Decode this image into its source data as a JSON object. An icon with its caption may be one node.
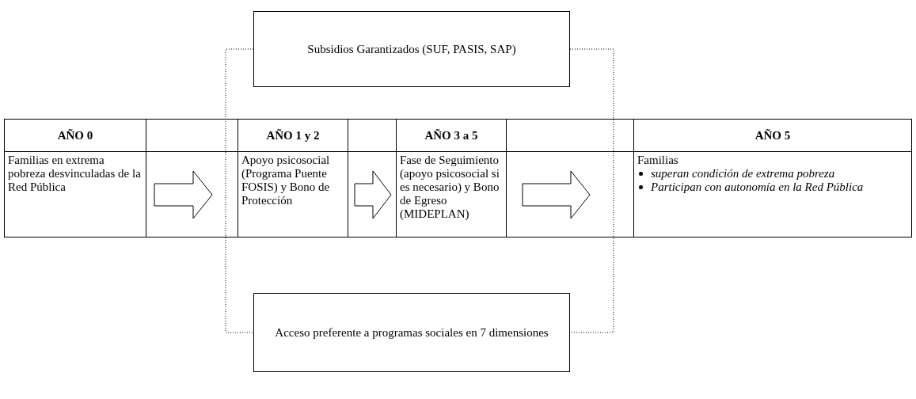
{
  "diagram": {
    "nodes": [
      {
        "text": [
          "Subsidios Garantizados (SUF, PASIS, SAP)"
        ]
      },
      {
        "text": [
          "AÑO 0",
          "Familias en extrema pobreza desvinculadas de la Red Pública"
        ]
      },
      {
        "text": [
          "AÑO 1 y 2",
          "Apoyo psicosocial (Programa Puente FOSIS) y Bono de Protección"
        ]
      },
      {
        "text": [
          "AÑO 3 a 5",
          "Fase de Seguimiento (apoyo psicosocial si es necesario) y Bono de Egreso (MIDEPLAN)"
        ]
      },
      {
        "text": [
          "AÑO 5",
          "Familias",
          "superan condición de extrema pobreza",
          "Participan con autonomía en la Red Pública"
        ]
      },
      {
        "text": [
          "Acceso preferente a programas sociales en 7 dimensiones"
        ]
      }
    ],
    "edges": [
      {
        "from": 1,
        "to": 2,
        "arrow": "to"
      },
      {
        "from": 2,
        "to": 3,
        "arrow": "to"
      },
      {
        "from": 3,
        "to": 4,
        "arrow": "to"
      },
      {
        "from": 0,
        "to": 5,
        "arrow": "none",
        "style": "dashed"
      },
      {
        "from": 0,
        "to": 5,
        "arrow": "none",
        "style": "dashed"
      }
    ]
  }
}
